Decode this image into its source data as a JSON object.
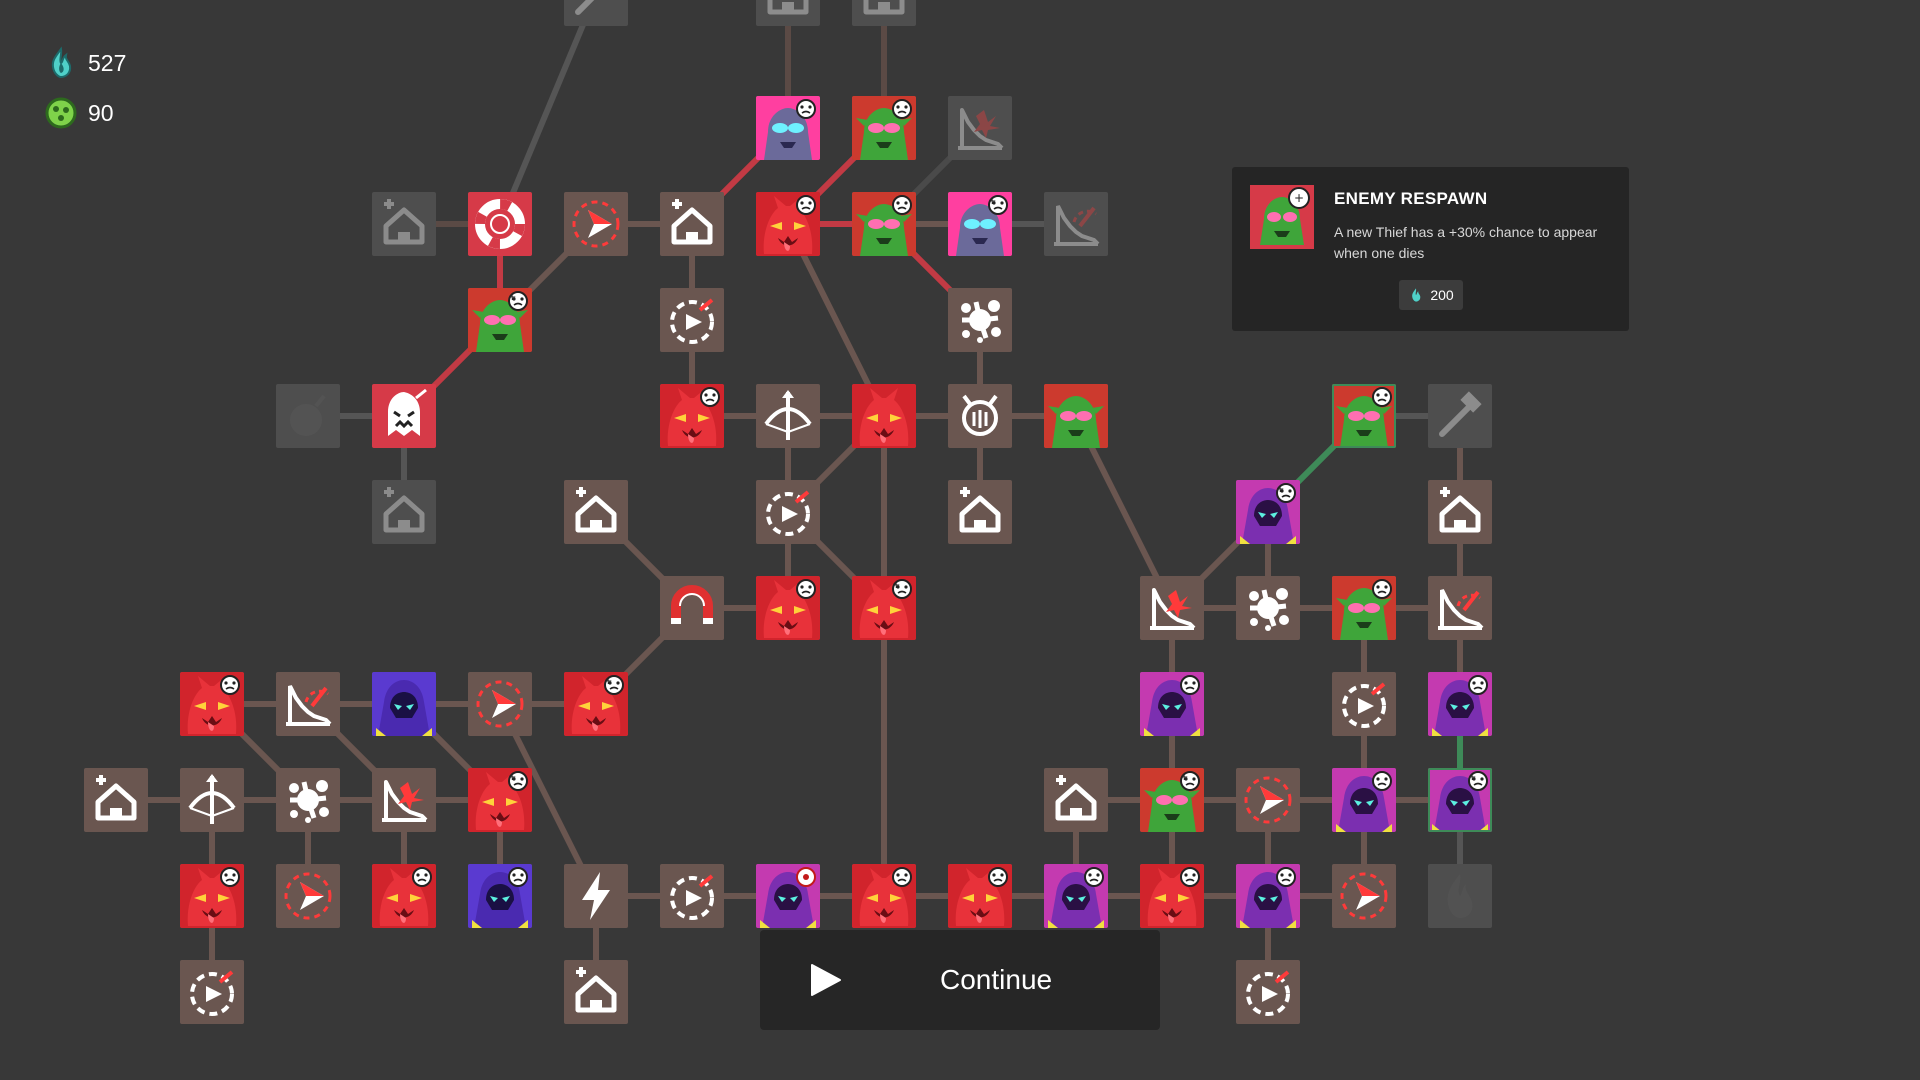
{
  "currencies": [
    {
      "icon": "blue-flame-icon",
      "value": "527"
    },
    {
      "icon": "green-orb-icon",
      "value": "90"
    }
  ],
  "tooltip": {
    "title": "ENEMY RESPAWN",
    "description": "A new Thief has a +30% chance to appear when one dies",
    "cost_icon": "blue-flame-icon",
    "cost": "200",
    "portrait_icon": "green-thief-plus-icon"
  },
  "continue_button": {
    "label": "Continue",
    "icon": "play-icon"
  },
  "skill_tree": {
    "node_states": [
      "purchased",
      "available",
      "locked",
      "highlighted"
    ],
    "skill_types": [
      "home-plus-icon",
      "hammer-icon",
      "speed-arrow-icon",
      "speed-dial-icon",
      "splat-icon",
      "crossbow-icon",
      "magnet-icon",
      "lightning-icon",
      "spike-trap-icon",
      "spike-trap-speed-icon",
      "ghost-fire-icon",
      "lifebuoy-icon",
      "shield-trap-icon",
      "flame-icon",
      "bomb-icon",
      "red-demon-icon",
      "green-thief-icon",
      "pink-thief-icon",
      "purple-hood-icon"
    ]
  }
}
